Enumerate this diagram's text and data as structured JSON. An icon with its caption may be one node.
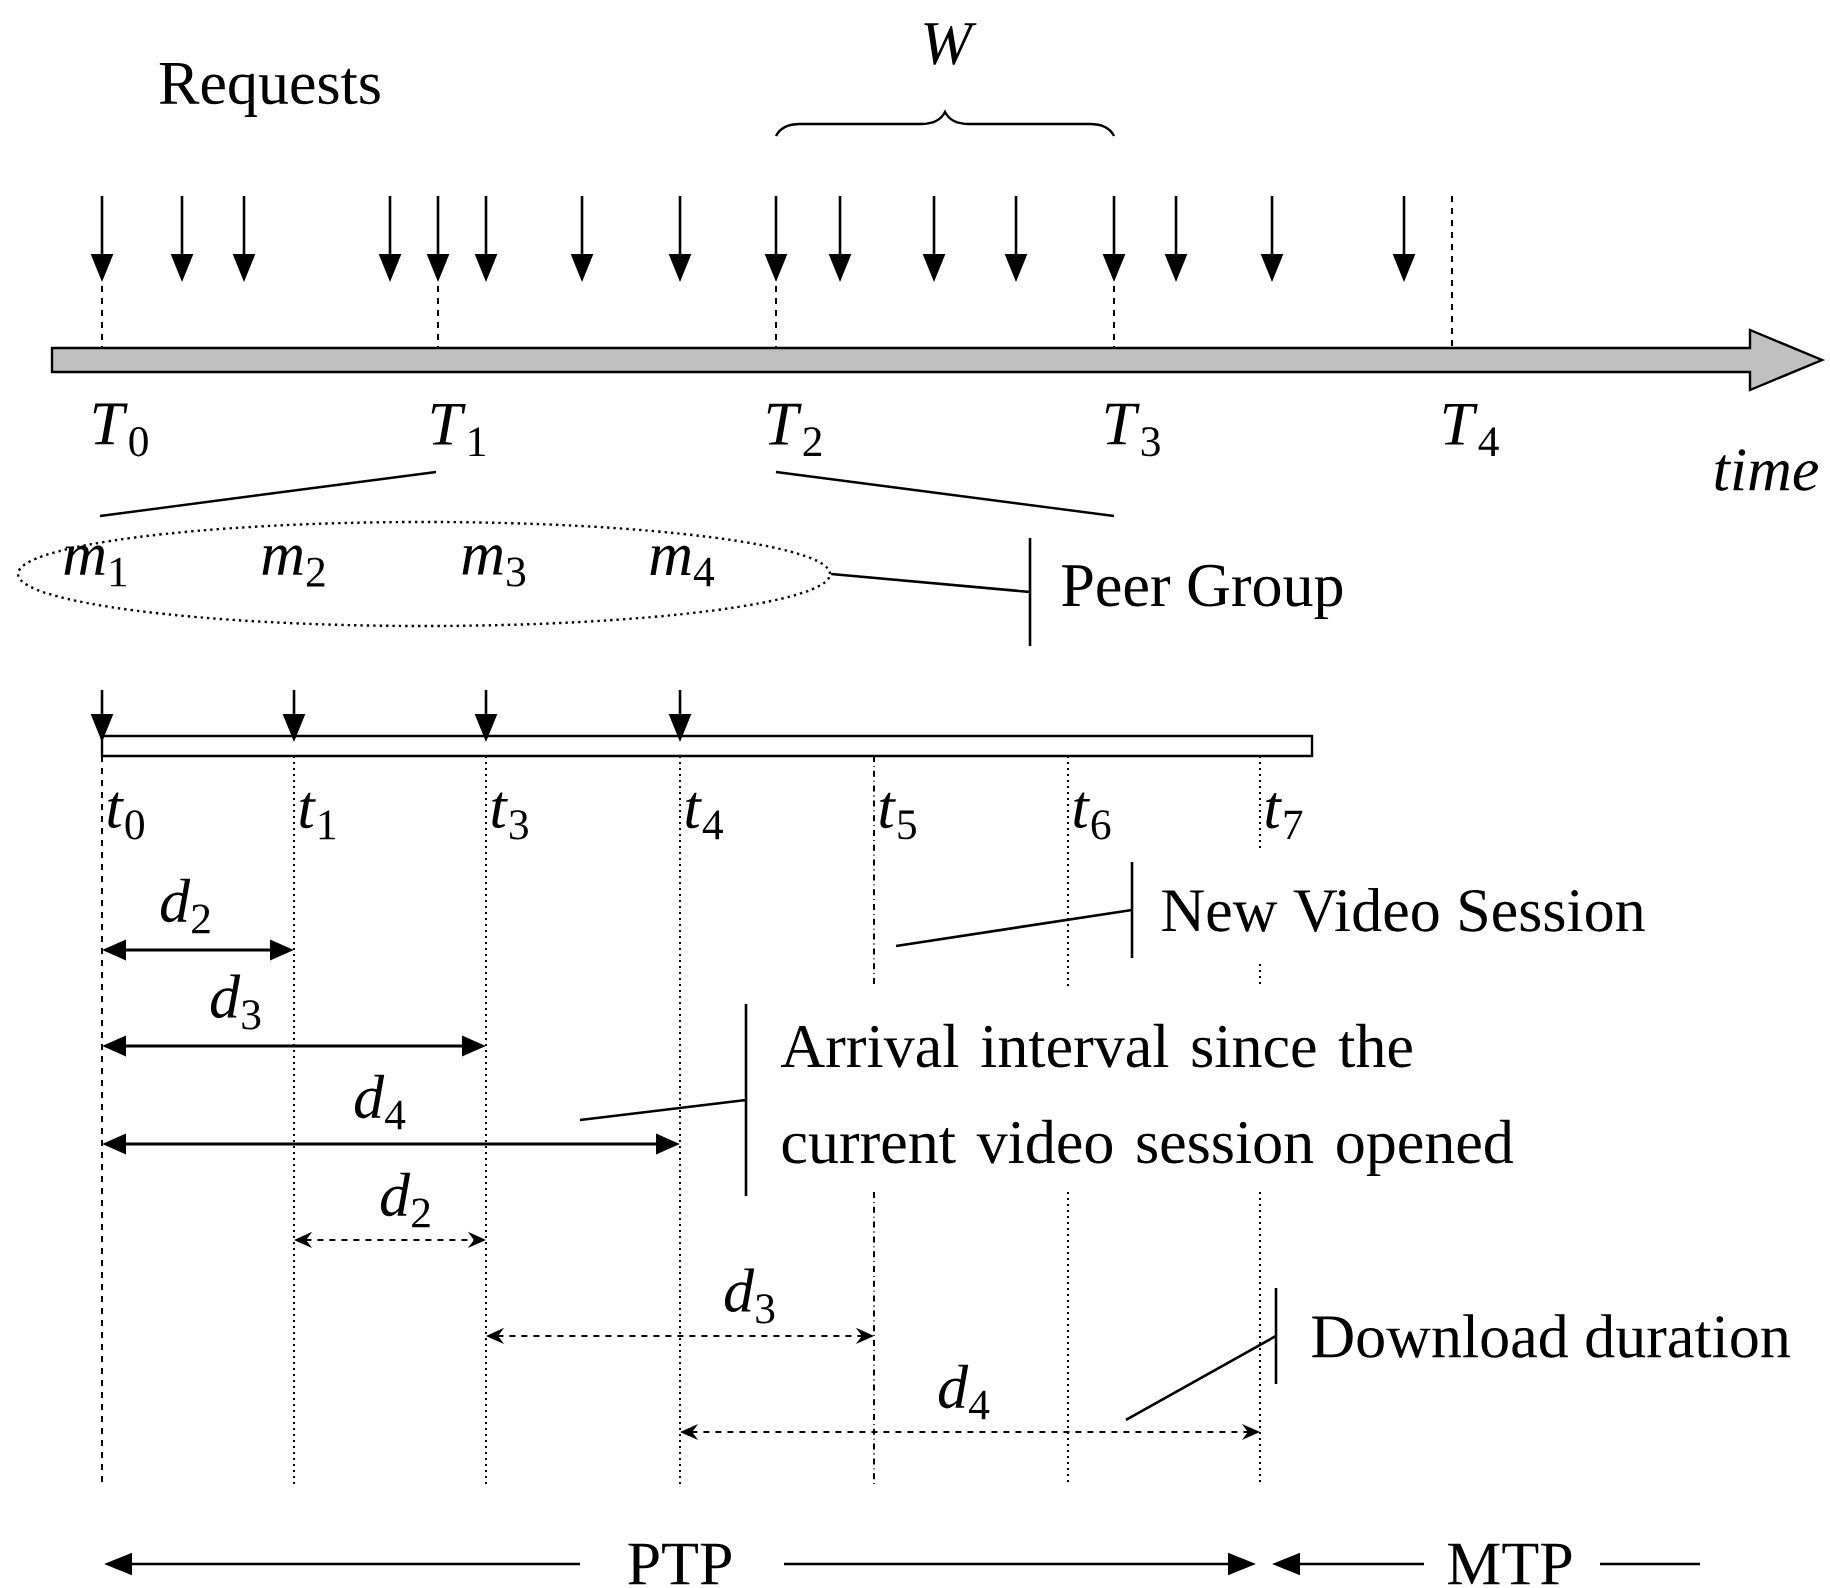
{
  "diagram": {
    "nodes": [
      {
        "text": [
          "*m*$_{1}$",
          "*m*$_{2}$",
          "*m*$_{3}$",
          "*m*$_{4}$"
        ]
      },
      {
        "text": [
          "Peer Group"
        ]
      },
      {
        "text": [
          "New Video Session"
        ]
      },
      {
        "text": [
          "Arrival interval since the current video session opened"
        ]
      },
      {
        "text": [
          "Download duration"
        ]
      }
    ],
    "edges": [
      {
        "from": 1,
        "to": 0,
        "arrow": "none"
      },
      {
        "from": 2,
        "to": null,
        "arrow": "none"
      },
      {
        "from": 3,
        "to": null,
        "arrow": "none"
      },
      {
        "from": 4,
        "to": null,
        "arrow": "none"
      }
    ],
    "labels": [
      "W",
      "Requests",
      "*T*$_{0}$",
      "*T*$_{1}$",
      "*T*$_{2}$",
      "*T*$_{3}$",
      "*T*$_{4}$",
      "time",
      "*t*$_{0}$",
      "*t*$_{1}$",
      "*t*$_{3}$",
      "*t*$_{4}$",
      "*t*$_{5}$",
      "*t*$_{6}$",
      "*t*$_{7}$",
      "*d*$_{2}$",
      "*d*$_{3}$",
      "*d*$_{4}$",
      "*d*$_{2}$",
      "*d*$_{3}$",
      "*d*$_{4}$",
      "PTP",
      "MTP"
    ]
  }
}
